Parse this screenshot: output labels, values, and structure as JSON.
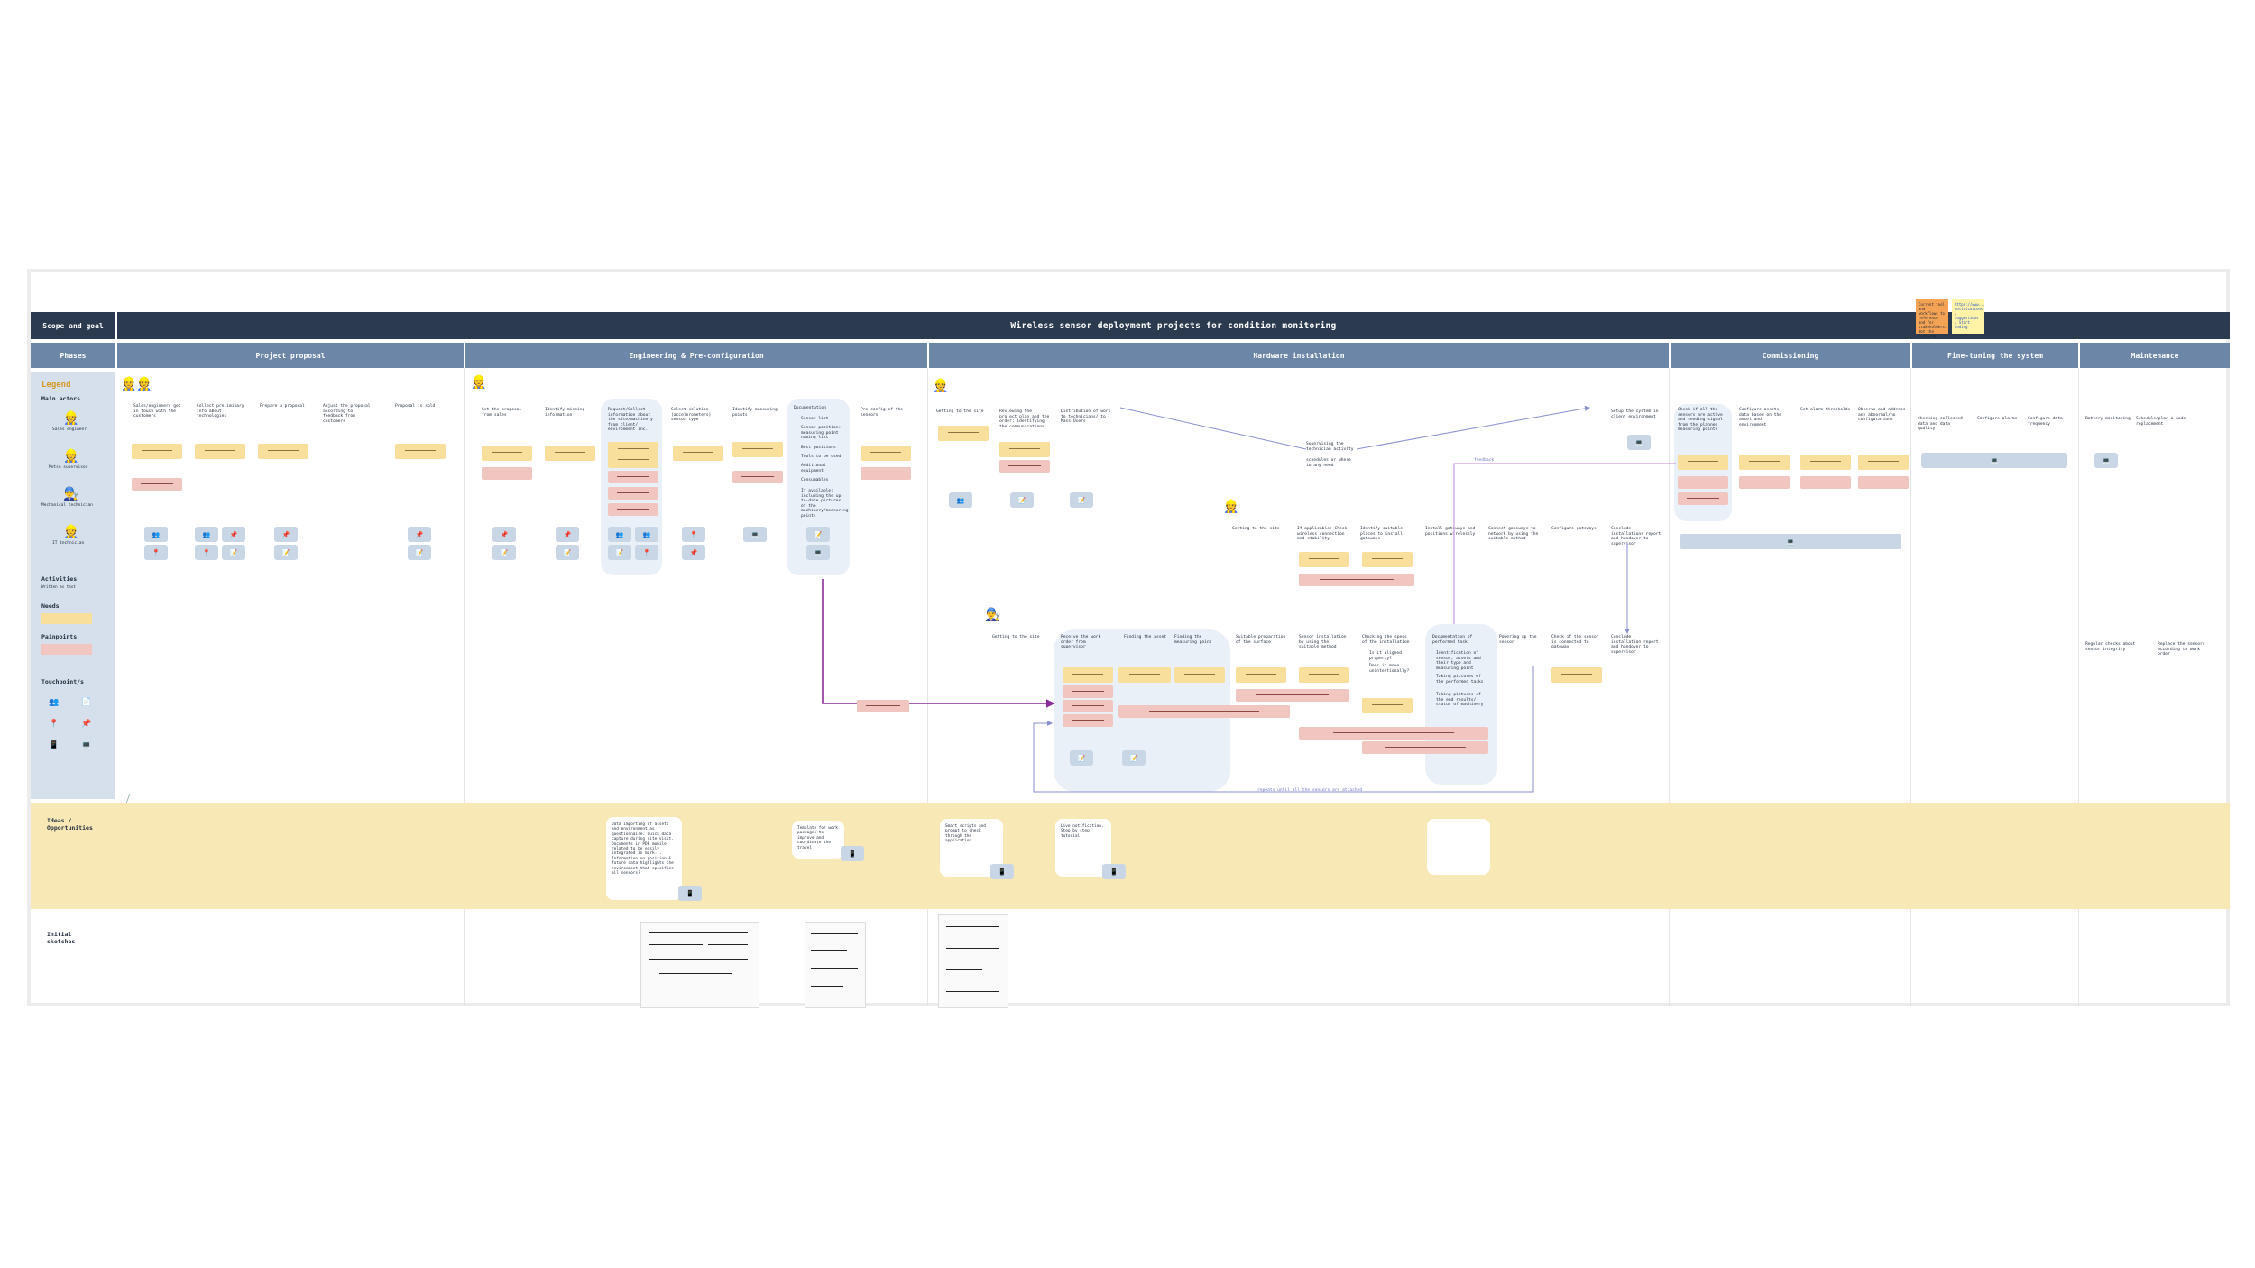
{
  "header": {
    "scope_label": "Scope and goal",
    "title": "Wireless sensor deployment projects for condition monitoring",
    "phases_label": "Phases"
  },
  "phases": [
    "Project proposal",
    "Engineering & Pre-configuration",
    "Hardware installation",
    "Commissioning",
    "Fine-tuning the system",
    "Maintenance"
  ],
  "legend": {
    "title": "Legend",
    "main_actors": "Main actors",
    "actors": [
      "Sales engineer",
      "Metso supervisor",
      "Mechanical technician",
      "IT technician"
    ],
    "activities": "Activities",
    "activities_sub": "Written as text",
    "needs": "Needs",
    "painpoints": "Painpoints",
    "touchpoints": "Touchpoint/s"
  },
  "rows": {
    "ideas": "Ideas / Opportunities",
    "sketches": "Initial sketches"
  },
  "activities": {
    "proposal": [
      "Sales/engineers get in touch with the customers",
      "Collect preliminary info about technologies",
      "Prepare a proposal",
      "Adjust the proposal according to feedback from customers",
      "Proposal is sold"
    ],
    "engineering": [
      "Get the proposal from sales",
      "Identify missing information",
      "Request/Collect information about the site/machinery from client/ environment inc.",
      "Select solution (accelerometers) sensor type",
      "Identify measuring points",
      "Documentation",
      "Pre-config of the sensors"
    ],
    "engineering_doc_items": [
      "Sensor list",
      "Sensor position: measuring point naming list",
      "Best positions",
      "Tools to be used",
      "Additional equipment",
      "Consumables",
      "If available: including the up-to-date pictures of the machinery/measuring points"
    ],
    "install_top": [
      "Getting to the site",
      "Reviewing the project plan and the order; identifying the communications",
      "Distribution of work to technicians/ to Mass-Users",
      "Supervising the technician activity",
      "Setup the system in client environment"
    ],
    "install_top_sub": "schedules or where to any need",
    "install_it": [
      "Getting to the site",
      "If applicable: Check wireless connection and stability",
      "Identify suitable places to install gateways",
      "Install gateways and positions wirelessly",
      "Connect gateways to network by using the suitable method",
      "Configure gateways",
      "Conclude installations report and handover to supervisor"
    ],
    "install_mech": [
      "Getting to the site",
      "Receive the work order from supervisor",
      "Finding the asset",
      "Finding the measuring point",
      "Suitable preparation of the surface",
      "Sensor installation by using the suitable method",
      "Checking the specs of the installation",
      "Documentation of performed task",
      "Powering up the sensor",
      "Check if the sensor is connected to gateway",
      "Conclude installation report and handover to supervisor"
    ],
    "install_mech_check": [
      "Is it aligned properly?",
      "Does it move unintentionally?"
    ],
    "install_mech_doc": [
      "Identification of sensor, assets and their type and measuring point",
      "Taking pictures of the performed tasks",
      "Taking pictures of the end results/ status of machinery"
    ],
    "commissioning": [
      "Check if all the sensors are active and sending signal from the planned measuring points",
      "Configure assets data based on the asset and environment",
      "Set alarm thresholds",
      "Observe and address any abnormal/no configurations"
    ],
    "finetuning": [
      "Checking collected data and data quality",
      "Configure alarms",
      "Configure data frequency"
    ],
    "maintenance": [
      "Battery monitoring",
      "Schedule/plan a node replacement",
      "Regular checks about sensor integrity",
      "Replace the sensors according to work order"
    ]
  },
  "ideas": [
    "Data importing of assets and environment as questionnaire. Quick data capture during site visit. Documents in PDF mobile related to be easily integrated in mark... Information on position & future data highlights the environment that specifies all sensors?",
    "Template for work packages to improve and coordinate the travel",
    "Smart scripts and prompt to check through the application",
    "Live notification. Step by step tutorial",
    ""
  ],
  "loop_labels": {
    "repeat": "repeats until all the sensors are attached",
    "feedback": "feedback"
  },
  "stickies": [
    "Current tool and workflows to reference and for stakeholders. Not the tracking",
    "https://www... notifications / Suggestions / Start coding"
  ],
  "colors": {
    "scope_bar": "#2b3a4e",
    "phase_bar": "#6b86a6",
    "legend_bg": "#d6e0ec",
    "need": "#f8df9c",
    "pain": "#f2c6c0",
    "touchpoint": "#c9d6e5",
    "ideas_band": "#f7e8b6",
    "flow_arrow": "#8a2c9a"
  }
}
